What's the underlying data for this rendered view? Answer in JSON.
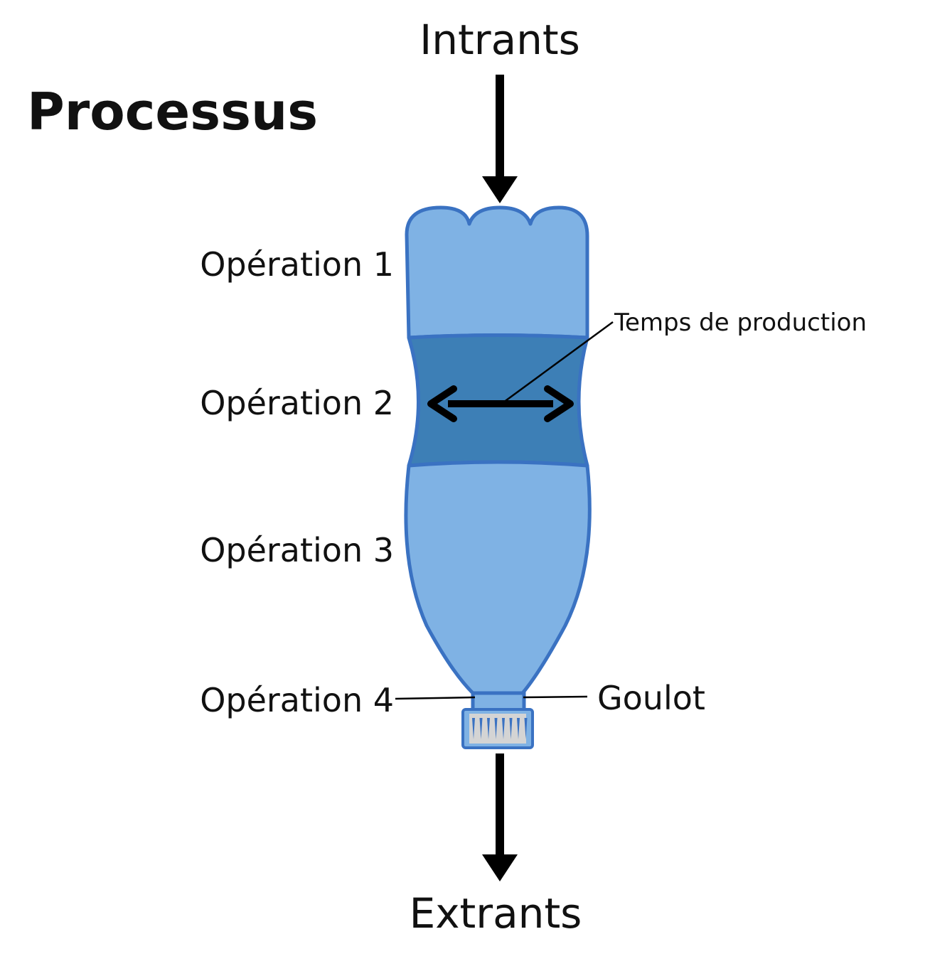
{
  "title": "Processus",
  "input_label": "Intrants",
  "output_label": "Extrants",
  "operations": [
    {
      "label": "Opération 1"
    },
    {
      "label": "Opération 2"
    },
    {
      "label": "Opération 3"
    },
    {
      "label": "Opération 4"
    }
  ],
  "annotations": {
    "production_time": "Temps de production",
    "neck": "Goulot"
  },
  "colors": {
    "bottle_light": "#7fb2e4",
    "bottle_dark": "#3d7fb6",
    "outline": "#3a72c2",
    "cap_fill": "#d4d4d4",
    "arrow": "#000000"
  }
}
